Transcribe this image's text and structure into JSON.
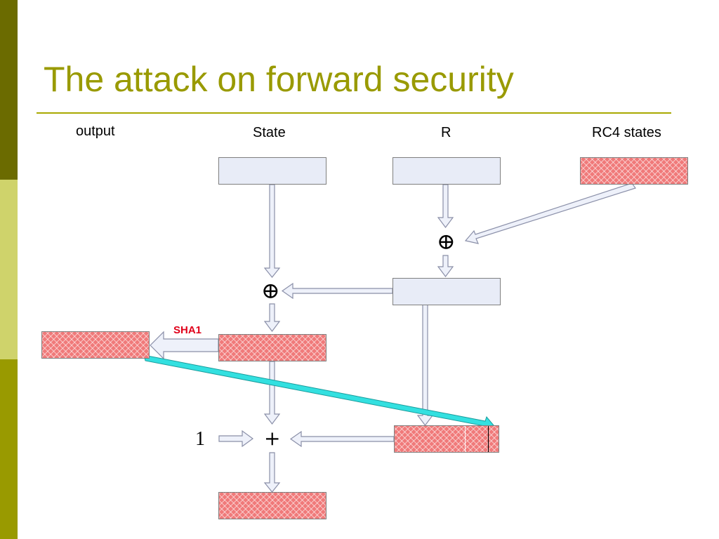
{
  "slide": {
    "title": "The attack on forward security",
    "colors": {
      "accent": "#999a00",
      "band_dark": "#6b6b00",
      "band_light": "#cfd36b",
      "hatch_fill": "#f07a7a",
      "arrow_highlight": "#33e0e0",
      "sha_label": "#e0001a"
    }
  },
  "labels": {
    "output": "output",
    "state": "State",
    "r": "R",
    "rc4_states": "RC4 states",
    "sha1": "SHA1",
    "one": "1"
  },
  "operators": {
    "xor_top": "⊕",
    "xor_mid": "⊕",
    "plus": "+"
  }
}
